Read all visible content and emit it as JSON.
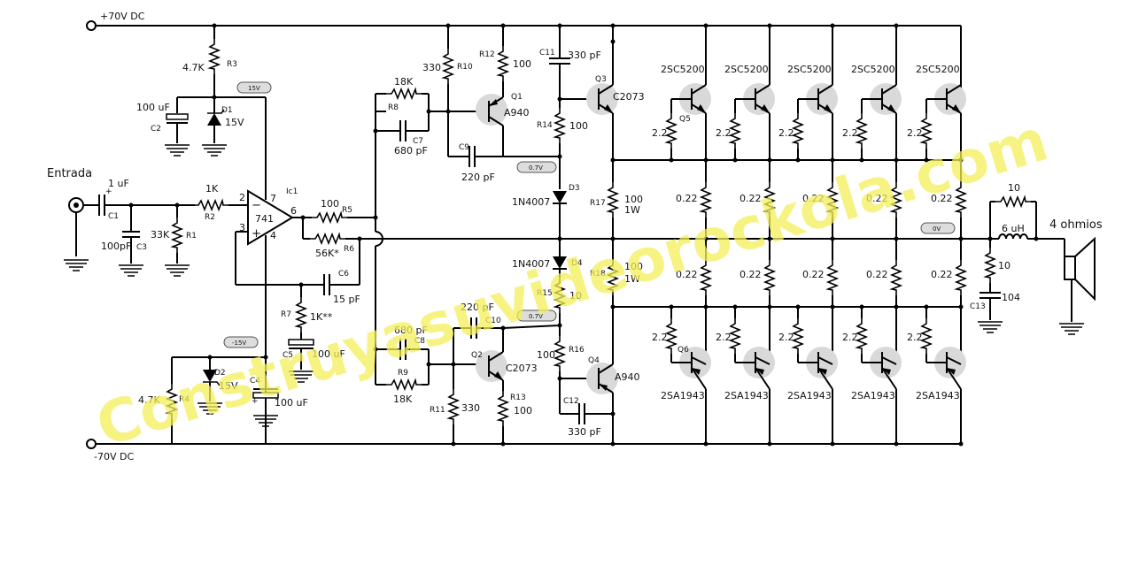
{
  "watermark": "Construyasuvideorockola.com",
  "rails": {
    "pos": "+70V DC",
    "neg": "-70V DC"
  },
  "input": {
    "label": "Entrada",
    "c1_value": "1 uF",
    "c1_ref": "C1",
    "c3_value": "100pF",
    "c3_ref": "C3",
    "r1_value": "33K",
    "r1_ref": "R1",
    "r2_value": "1K",
    "r2_ref": "R2"
  },
  "opamp": {
    "name": "741",
    "ref": "Ic1",
    "pins": [
      "2",
      "3",
      "6",
      "7",
      "4"
    ],
    "minus": "−",
    "plus": "+"
  },
  "supply_top": {
    "r3_value": "4.7K",
    "r3_ref": "R3",
    "c2_value": "100 uF",
    "c2_ref": "C2",
    "d1_ref": "D1",
    "d1_value": "15V",
    "tag": "15V"
  },
  "supply_bot": {
    "r4_value": "4.7K",
    "r4_ref": "R4",
    "c4_value": "100 uF",
    "c4_ref": "C4",
    "d2_ref": "D2",
    "d2_value": "15V",
    "tag": "-15V"
  },
  "feedback": {
    "r5_value": "100",
    "r5_ref": "R5",
    "r6_value": "56K*",
    "r6_ref": "R6",
    "c6_ref": "C6",
    "c6_value": "15 pF",
    "r7_ref": "R7",
    "r7_value": "1K**",
    "c5_ref": "C5",
    "c5_value": "100 uF"
  },
  "driver_top": {
    "r8_value": "18K",
    "r8_ref": "R8",
    "c7_ref": "C7",
    "c7_value": "680 pF",
    "r10_value": "330",
    "r10_ref": "R10",
    "r12_ref": "R12",
    "r12_value": "100",
    "q1_ref": "Q1",
    "q1_type": "A940",
    "c9_ref": "C9",
    "c9_value": "220 pF",
    "c11_ref": "C11",
    "c11_value": "330 pF",
    "q3_ref": "Q3",
    "q3_type": "C2073",
    "r14_ref": "R14",
    "r14_value": "100",
    "tag": "0.7V"
  },
  "driver_bot": {
    "r9_ref": "R9",
    "r9_value": "18K",
    "c8_ref": "C8",
    "c8_value": "680 pF",
    "c10_ref": "C10",
    "c10_value": "220 pF",
    "q2_ref": "Q2",
    "q2_type": "C2073",
    "r11_ref": "R11",
    "r11_value": "330",
    "r13_ref": "R13",
    "r13_value": "100",
    "r15_ref": "R15",
    "r15_value": "10",
    "r16_ref": "R16",
    "r16_value": "100",
    "q4_ref": "Q4",
    "q4_type": "A940",
    "c12_ref": "C12",
    "c12_value": "330 pF",
    "tag": "0.7V"
  },
  "bias": {
    "d3_ref": "D3",
    "d3_type": "1N4007",
    "d4_ref": "D4",
    "d4_type": "1N4007",
    "r17_ref": "R17",
    "r17_value": "100",
    "r17_power": "1W",
    "r18_ref": "R18",
    "r18_value": "100",
    "r18_power": "1W"
  },
  "output": {
    "npn_type": "2SC5200",
    "pnp_type": "2SA1943",
    "q5_ref": "Q5",
    "q6_ref": "Q6",
    "rb": "2.2",
    "re": "0.22",
    "tag_0v": "0V"
  },
  "load": {
    "l_value": "6 uH",
    "rl_value": "10",
    "rz_value": "10",
    "c13_ref": "C13",
    "c13_value": "104",
    "speaker": "4 ohmios"
  }
}
